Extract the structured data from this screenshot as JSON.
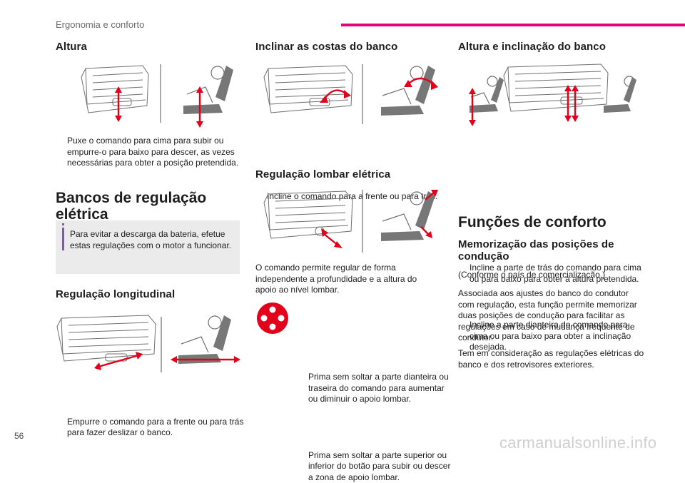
{
  "header": {
    "section": "Ergonomia e conforto",
    "accent_color": "#e6007e"
  },
  "page_number": "56",
  "col1": {
    "altura": {
      "title": "Altura",
      "bullet": "Puxe o comando para cima para subir ou empurre-o para baixo para descer, as vezes necessárias para obter a posição pretendida."
    },
    "bancos": {
      "title": "Bancos de regulação elétrica"
    },
    "note": {
      "text": "Para evitar a descarga da bateria, efetue estas regulações com o motor a funcionar."
    },
    "longitudinal": {
      "title": "Regulação longitudinal",
      "bullet": "Empurre o comando para a frente ou para trás para fazer deslizar o banco."
    }
  },
  "col2": {
    "inclinar": {
      "title": "Inclinar as costas do banco",
      "bullet": "Incline o comando para a frente ou para trás."
    },
    "lombar": {
      "title": "Regulação lombar elétrica",
      "text": "O comando permite regular de forma independente a profundidade e a altura do apoio ao nível lombar.",
      "bullets": [
        "Prima sem soltar a parte dianteira ou traseira do comando para aumentar ou diminuir o apoio lombar.",
        "Prima sem soltar a parte superior ou inferior do botão para subir ou descer a zona de apoio lombar."
      ]
    }
  },
  "col3": {
    "altura_incl": {
      "title": "Altura e inclinação do banco",
      "bullets": [
        "Incline a parte de trás do comando para cima ou para baixo para obter a altura pretendida.",
        "Incline a parte dianteira do comando para cima ou para baixo para obter a inclinação desejada."
      ]
    },
    "funcoes": {
      "title": "Funções de conforto"
    },
    "memorizacao": {
      "title": "Memorização das posições de condução",
      "p1": "(Conforme o país de comercialização.)",
      "p2": "Associada aos ajustes do banco do condutor com regulação, esta função permite memorizar duas posições de condução para facilitar as regulações em caso de mudança frequente de condutor.",
      "p3": "Tem em consideração as regulações elétricas do banco e dos retrovisores exteriores."
    }
  },
  "bullet_marker": "",
  "colors": {
    "arrow": "#e2001a",
    "note_accent": "#8b4dc9",
    "line_art": "#707070"
  },
  "watermark": "carmanualsonline.info"
}
